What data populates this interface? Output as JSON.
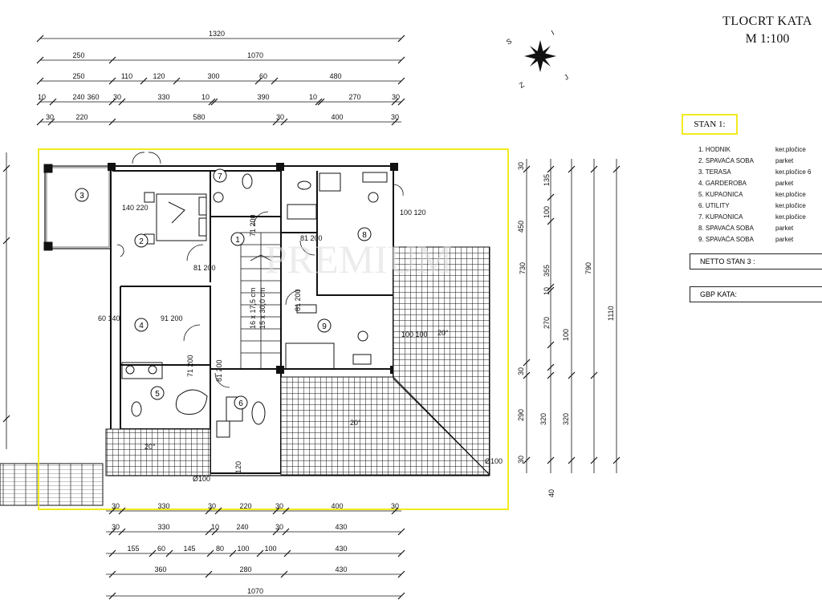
{
  "title": {
    "line1": "TLOCRT KATA",
    "line2": "M 1:100"
  },
  "compass": {
    "labels": [
      "S",
      "I",
      "Z",
      "J"
    ]
  },
  "stan": {
    "label": "STAN 1:",
    "rooms": [
      {
        "name": "1. HODNIK",
        "material": "ker.pločice"
      },
      {
        "name": "2. SPAVAĆA SOBA",
        "material": "parket"
      },
      {
        "name": "3. TERASA",
        "material": "ker.pločice   6"
      },
      {
        "name": "4. GARDEROBA",
        "material": "parket"
      },
      {
        "name": "5. KUPAONICA",
        "material": "ker.pločice"
      },
      {
        "name": "6. UTILITY",
        "material": "ker.pločice"
      },
      {
        "name": "7. KUPAONICA",
        "material": "ker.pločice"
      },
      {
        "name": "8. SPAVAĆA SOBA",
        "material": "parket"
      },
      {
        "name": "9. SPAVAĆA SOBA",
        "material": "parket"
      }
    ],
    "netto_label": "NETTO STAN 3 :",
    "gbp_label": "GBP  KATA:"
  },
  "watermark": "PREMIUM",
  "room_numbers": [
    "1",
    "2",
    "3",
    "4",
    "5",
    "6",
    "7",
    "8",
    "9"
  ],
  "openings": [
    "140 220",
    "81 200",
    "60 140",
    "91 200",
    "71 200",
    "81 200",
    "71 200",
    "81 200",
    "81 200",
    "100 120",
    "100 100",
    "120"
  ],
  "dims_top": {
    "row1": [
      "1320"
    ],
    "row2": [
      "250",
      "1070"
    ],
    "row3": [
      "250",
      "110",
      "120",
      "300",
      "60",
      "480"
    ],
    "row4": [
      "10",
      "240",
      "360",
      "30",
      "330",
      "10",
      "390",
      "10",
      "270",
      "30"
    ],
    "row5": [
      "30",
      "220",
      "580",
      "30",
      "400",
      "30"
    ]
  },
  "dims_bottom": {
    "row1": [
      "30",
      "330",
      "30",
      "220",
      "30",
      "400",
      "30"
    ],
    "row2": [
      "30",
      "330",
      "10",
      "240",
      "30",
      "430"
    ],
    "row3": [
      "155",
      "60",
      "145",
      "80",
      "100",
      "100",
      "430"
    ],
    "row4": [
      "360",
      "280",
      "430"
    ],
    "row5": [
      "1070"
    ]
  },
  "dims_right": {
    "col1": [
      "30",
      "135",
      "100",
      "355",
      "10",
      "270",
      "100",
      "30",
      "290",
      "30"
    ],
    "col2": [
      "450",
      "730",
      "320"
    ],
    "col3": [
      "790",
      "320"
    ],
    "col4": [
      "1110"
    ]
  },
  "misc_labels": [
    "Ø100",
    "Ø100",
    "20°",
    "20°",
    "20°",
    "40",
    "16 x 17,5 cm",
    "15 x 30,0 cm"
  ],
  "colors": {
    "highlight": "#f2ea1f",
    "line": "#111111"
  }
}
